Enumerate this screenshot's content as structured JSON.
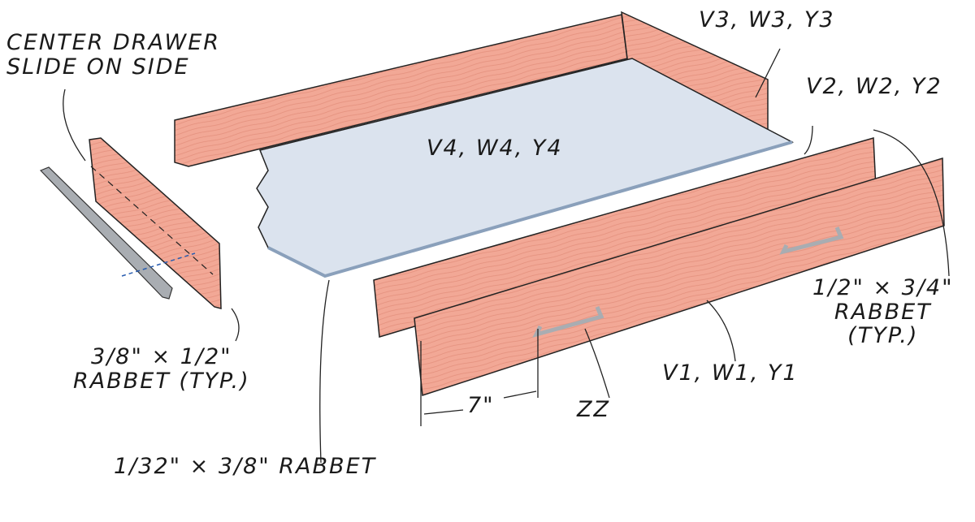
{
  "labels": {
    "center_slide_line1": "CENTER DRAWER",
    "center_slide_line2": "SLIDE ON SIDE",
    "back": "V3, W3, Y3",
    "drawer_back": "V2, W2, Y2",
    "bottom": "V4, W4, Y4",
    "side_rabbet_line1": "3/8\" × 1/2\"",
    "side_rabbet_line2": "RABBET (TYP.)",
    "front_rabbet_line1": "1/2\" × 3/4\"",
    "front_rabbet_line2": "RABBET",
    "front_rabbet_line3": "(TYP.)",
    "front": "V1, W1, Y1",
    "pull_offset": "7\"",
    "pull": "ZZ",
    "bottom_rabbet": "1/32\" × 3/8\" RABBET"
  },
  "colors": {
    "wood": "#f2a896",
    "wood_dark": "#e08d7a",
    "bottom_panel": "#dbe3ee",
    "metal": "#a9adb2",
    "ink": "#1a1a1a"
  }
}
